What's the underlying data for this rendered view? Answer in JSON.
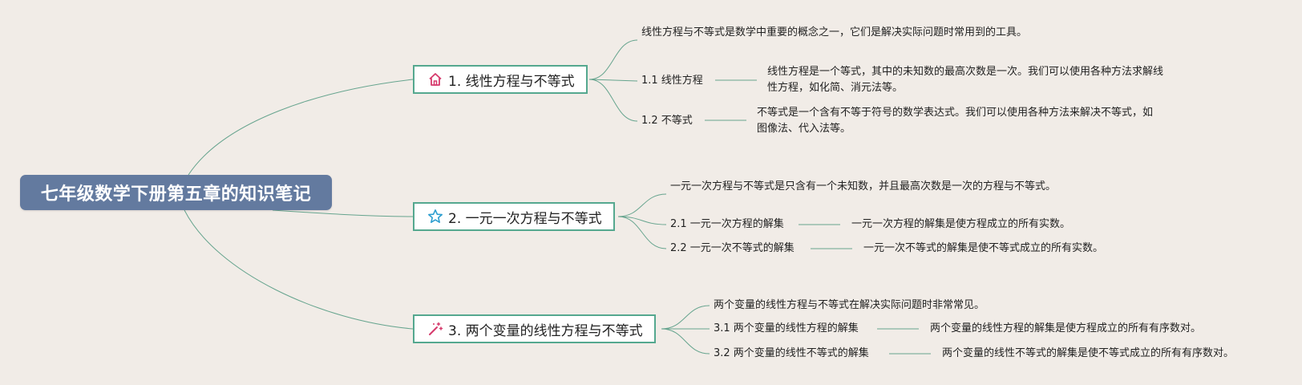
{
  "colors": {
    "background": "#f1ece7",
    "root_fill": "#637a9f",
    "branch_border": "#55a88f",
    "connector": "#66a48e",
    "icon_house": "#d63a6c",
    "icon_star": "#2f9fd0",
    "icon_wand": "#d63a6c"
  },
  "root": {
    "title": "七年级数学下册第五章的知识笔记"
  },
  "branches": [
    {
      "icon": "house-icon",
      "title": "1. 线性方程与不等式",
      "note": "线性方程与不等式是数学中重要的概念之一，它们是解决实际问题时常用到的工具。",
      "subs": [
        {
          "label": "1.1 线性方程",
          "desc": "线性方程是一个等式，其中的未知数的最高次数是一次。我们可以使用各种方法求解线性方程，如化简、消元法等。"
        },
        {
          "label": "1.2 不等式",
          "desc": "不等式是一个含有不等于符号的数学表达式。我们可以使用各种方法来解决不等式，如图像法、代入法等。"
        }
      ]
    },
    {
      "icon": "star-icon",
      "title": "2. 一元一次方程与不等式",
      "note": "一元一次方程与不等式是只含有一个未知数，并且最高次数是一次的方程与不等式。",
      "subs": [
        {
          "label": "2.1 一元一次方程的解集",
          "desc": "一元一次方程的解集是使方程成立的所有实数。"
        },
        {
          "label": "2.2 一元一次不等式的解集",
          "desc": "一元一次不等式的解集是使不等式成立的所有实数。"
        }
      ]
    },
    {
      "icon": "magic-wand-icon",
      "title": "3. 两个变量的线性方程与不等式",
      "note": "两个变量的线性方程与不等式在解决实际问题时非常常见。",
      "subs": [
        {
          "label": "3.1 两个变量的线性方程的解集",
          "desc": "两个变量的线性方程的解集是使方程成立的所有有序数对。"
        },
        {
          "label": "3.2 两个变量的线性不等式的解集",
          "desc": "两个变量的线性不等式的解集是使不等式成立的所有有序数对。"
        }
      ]
    }
  ]
}
